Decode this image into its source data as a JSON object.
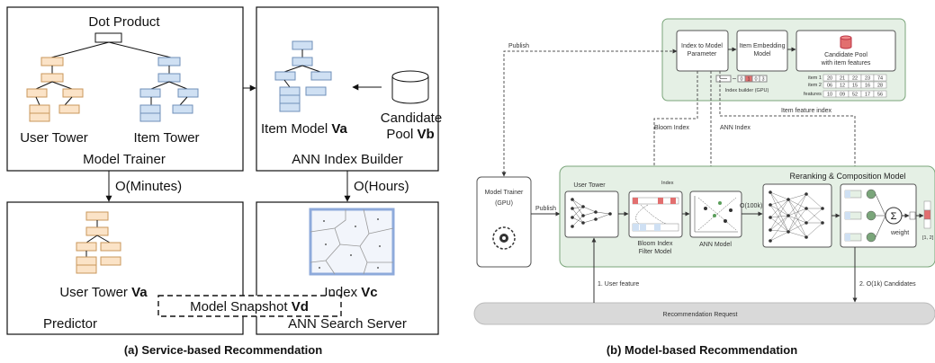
{
  "left_panel": {
    "trainer_title": "Dot Product",
    "user_tower": "User Tower",
    "item_tower": "Item Tower",
    "trainer_label": "Model Trainer",
    "builder_item_model": "Item Model",
    "builder_item_model_var": "Va",
    "builder_candidate_1": "Candidate",
    "builder_candidate_2": "Pool",
    "builder_candidate_var": "Vb",
    "builder_label": "ANN Index Builder",
    "edge_minutes": "O(Minutes)",
    "edge_hours": "O(Hours)",
    "predictor_tower": "User Tower",
    "predictor_tower_var": "Va",
    "predictor_label": "Predictor",
    "index_label": "Index",
    "index_var": "Vc",
    "server_label": "ANN Search Server",
    "snapshot_label": "Model Snapshot",
    "snapshot_var": "Vd",
    "caption": "(a) Service-based Recommendation"
  },
  "right_panel": {
    "publish_top": "Publish",
    "index_to_model_1": "Index to Model",
    "index_to_model_2": "Parameter",
    "item_embedding_1": "Item Embedding",
    "item_embedding_2": "Model",
    "candidate_pool_1": "Candidate Pool",
    "candidate_pool_2": "with item features",
    "index_builder": "Index builder (GPU)",
    "index_builder_cells": [
      "0",
      "1",
      "0",
      "3"
    ],
    "item1_label": "item 1",
    "item1_values": [
      "20",
      "21",
      "22",
      "23",
      "74"
    ],
    "item2_label": "item 2",
    "item2_values": [
      "06",
      "12",
      "15",
      "16",
      "28"
    ],
    "features_label": "features",
    "features_values": [
      "10",
      "09",
      "52",
      "17",
      "56"
    ],
    "bloom_index": "Bloom Index",
    "ann_index": "ANN Index",
    "item_feature_index": "Item feature index",
    "trainer_1": "Model Trainer",
    "trainer_2": "(GPU)",
    "publish_mid": "Publish",
    "user_tower": "User Tower",
    "index_label": "Index",
    "bloom_filter_1": "Bloom Index",
    "bloom_filter_2": "Filter Model",
    "ann_model": "ANN Model",
    "o100k": "O(100k)",
    "rerank_title": "Reranking & Composition Model",
    "weight": "weight",
    "output_label": "[1, 2]",
    "user_feature": "1. User feature",
    "candidates": "2. O(1k) Candidates",
    "request": "Recommendation Request",
    "caption": "(b) Model-based Recommendation",
    "colors": {
      "panel_fill": "#e5f0e5",
      "panel_stroke": "#7aa57a",
      "request_fill": "#d9d9d9",
      "bit_one": "#e26f6f"
    }
  },
  "colors": {
    "user_tower_fill": "#fbe3c7",
    "user_tower_stroke": "#c9975b",
    "item_tower_fill": "#cfe0f3",
    "item_tower_stroke": "#6f8fb8",
    "voronoi_border": "#8eaadb"
  }
}
